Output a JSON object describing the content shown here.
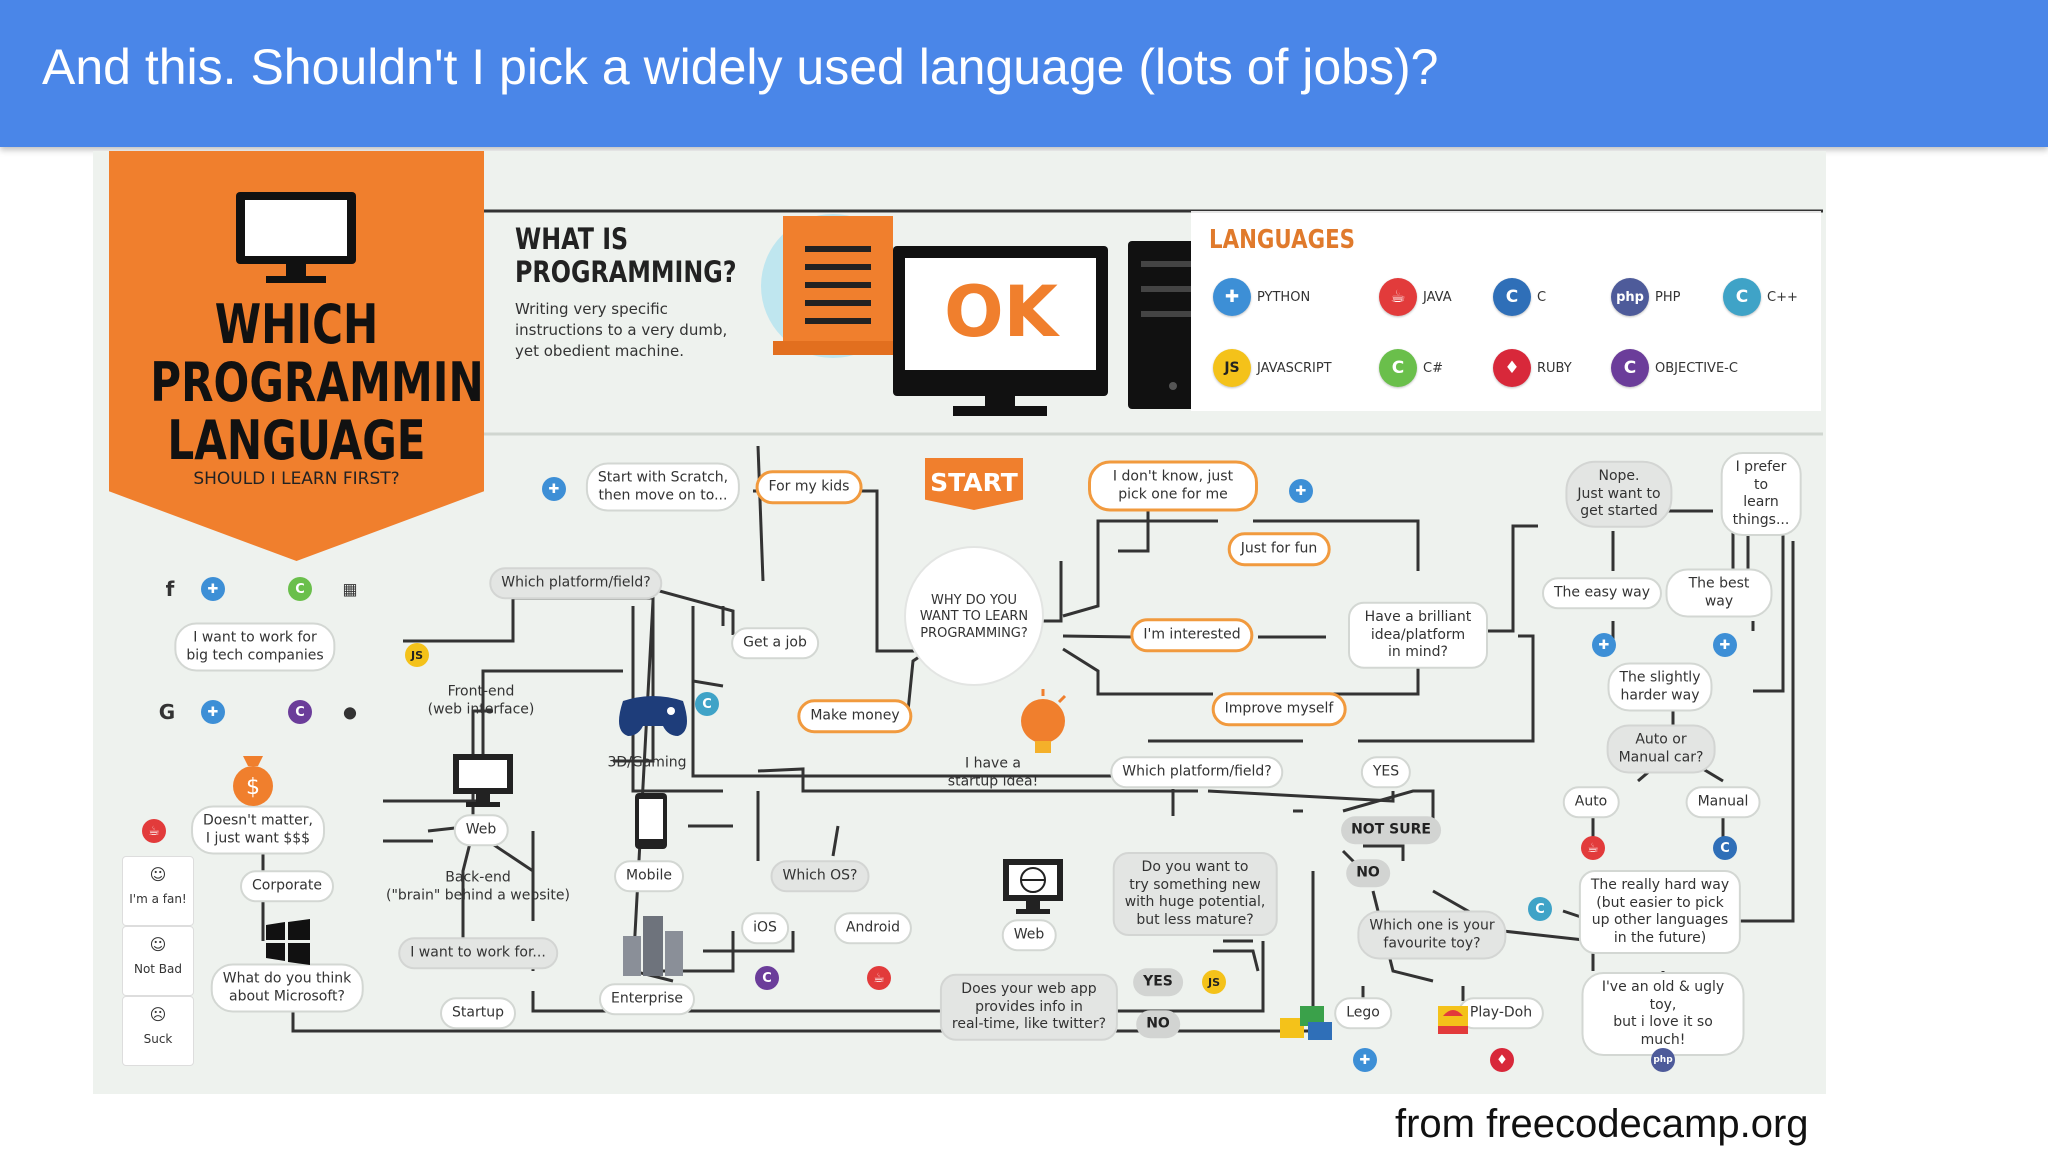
{
  "header": {
    "title": "And this.  Shouldn't I pick a widely used language (lots of jobs)?"
  },
  "caption": "from freecodecamp.org",
  "banner": {
    "title": "WHICH\nPROGRAMMING\nLANGUAGE",
    "subtitle": "SHOULD I LEARN FIRST?"
  },
  "intro": {
    "title": "WHAT IS\nPROGRAMMING?",
    "description": "Writing very specific instructions to a very dumb, yet obedient machine.",
    "screen_text": "OK"
  },
  "languages": {
    "title": "LANGUAGES",
    "items": [
      {
        "name": "PYTHON",
        "glyph": "✚",
        "color": "#3d8fd6"
      },
      {
        "name": "JAVA",
        "glyph": "☕",
        "color": "#e23b3b"
      },
      {
        "name": "C",
        "glyph": "C",
        "color": "#2f6fb8"
      },
      {
        "name": "PHP",
        "glyph": "php",
        "color": "#4e5b9a"
      },
      {
        "name": "C++",
        "glyph": "C",
        "color": "#3fa3c7"
      },
      {
        "name": "JAVASCRIPT",
        "glyph": "JS",
        "color": "#f4c21a"
      },
      {
        "name": "C#",
        "glyph": "C",
        "color": "#6abf4b"
      },
      {
        "name": "RUBY",
        "glyph": "♦",
        "color": "#d8283a"
      },
      {
        "name": "OBJECTIVE-C",
        "glyph": "C",
        "color": "#6b3d9a"
      }
    ]
  },
  "flow": {
    "start": "START",
    "nodes": {
      "why": "WHY DO YOU\nWANT TO LEARN\nPROGRAMMING?",
      "kids": "For my kids",
      "scratch": "Start with Scratch,\nthen move on to...",
      "dont_know": "I don't know, just\npick one for me",
      "fun": "Just for fun",
      "interested": "I'm interested",
      "improve": "Improve myself",
      "brilliant": "Have a brilliant\nidea/platform\nin mind?",
      "get_job": "Get a job",
      "money": "Make money",
      "startup_idea": "I have a\nstartup idea!",
      "platform1": "Which platform/field?",
      "platform2": "Which platform/field?",
      "yes1": "YES",
      "not_sure": "NOT SURE",
      "no1": "NO",
      "big_tech": "I want to work for\nbig tech companies",
      "frontend": "Front-end\n(web interface)",
      "web1": "Web",
      "backend": "Back-end\n(\"brain\" behind a website)",
      "work_for": "I want to work for...",
      "startup": "Startup",
      "corporate": "Corporate",
      "microsoft": "What do you think\nabout Microsoft?",
      "fan": "I'm a fan!",
      "not_bad": "Not Bad",
      "suck": "Suck",
      "doesnt_matter": "Doesn't matter,\nI just want $$$",
      "gaming": "3D/Gaming",
      "mobile": "Mobile",
      "which_os": "Which OS?",
      "ios": "iOS",
      "android": "Android",
      "enterprise": "Enterprise",
      "web2": "Web",
      "realtime": "Does your web app\nprovides info in\nreal-time, like twitter?",
      "yes2": "YES",
      "no2": "NO",
      "try_new": "Do you want to\ntry something new\nwith huge potential,\nbut less mature?",
      "toy": "Which one is your\nfavourite toy?",
      "lego": "Lego",
      "playdoh": "Play-Doh",
      "old_toy": "I've an old & ugly toy,\nbut i love it so much!",
      "nope": "Nope.\nJust want to\nget started",
      "prefer": "I prefer to\nlearn things...",
      "easy": "The easy way",
      "best": "The best way",
      "slightly": "The slightly\nharder way",
      "auto_manual": "Auto or\nManual car?",
      "auto": "Auto",
      "manual": "Manual",
      "really_hard": "The really hard way\n(but easier to pick\nup other languages\nin the future)"
    }
  },
  "colors": {
    "header": "#4a86e8",
    "accent": "#f07f2d",
    "python": "#3d8fd6",
    "java": "#e23b3b",
    "c": "#2f6fb8",
    "csharp": "#6abf4b",
    "objc": "#6b3d9a",
    "js": "#f4c21a",
    "php": "#4e5b9a"
  }
}
